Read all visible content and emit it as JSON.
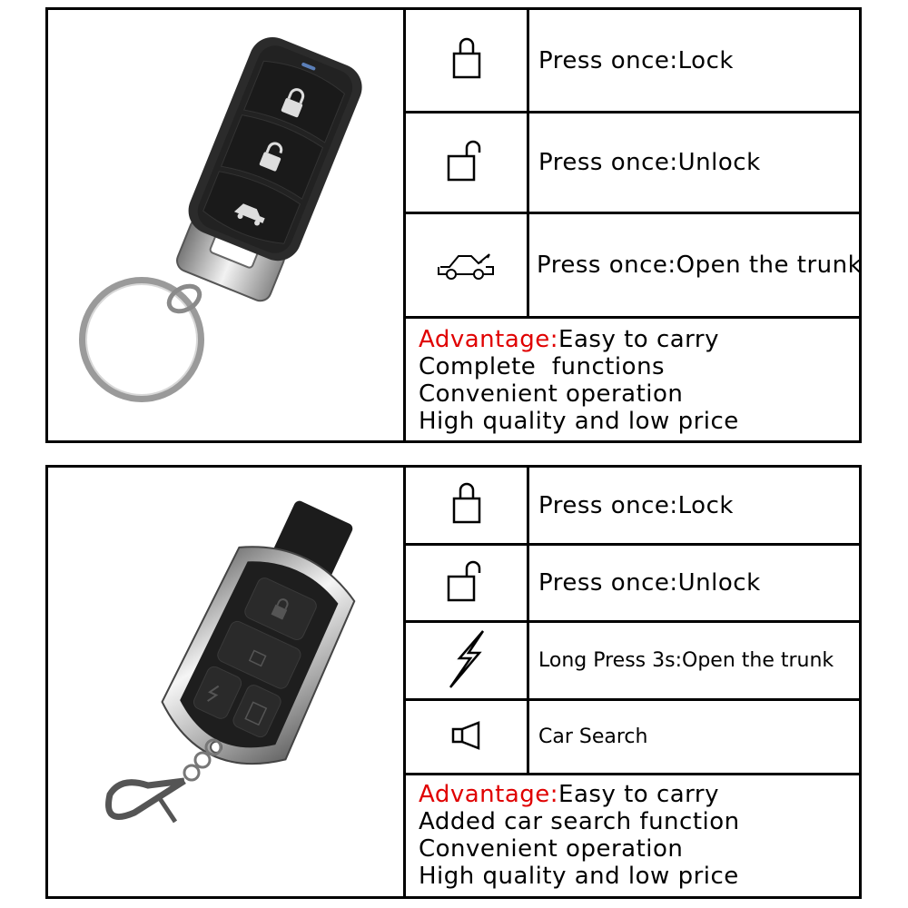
{
  "panel_1": {
    "rows": [
      {
        "icon": "lock-icon",
        "text": "Press once:Lock"
      },
      {
        "icon": "unlock-icon",
        "text": "Press once:Unlock"
      },
      {
        "icon": "car-trunk-icon",
        "text": "Press once:Open the trunk"
      }
    ],
    "advantage": {
      "label": "Advantage:",
      "first": "Easy to carry",
      "lines": [
        "Complete  functions",
        "Convenient operation",
        "High quality and low price"
      ]
    }
  },
  "panel_2": {
    "rows": [
      {
        "icon": "lock-icon",
        "text": "Press once:Lock"
      },
      {
        "icon": "unlock-icon",
        "text": "Press once:Unlock"
      },
      {
        "icon": "lightning-icon",
        "text": "Long Press 3s:Open the trunk"
      },
      {
        "icon": "speaker-icon",
        "text": "Car Search"
      }
    ],
    "advantage": {
      "label": "Advantage:",
      "first": "Easy to carry",
      "lines": [
        "Added car search function",
        "Convenient operation",
        "High quality and low price"
      ]
    }
  },
  "colors": {
    "accent_red": "#e00000",
    "border": "#000000"
  }
}
